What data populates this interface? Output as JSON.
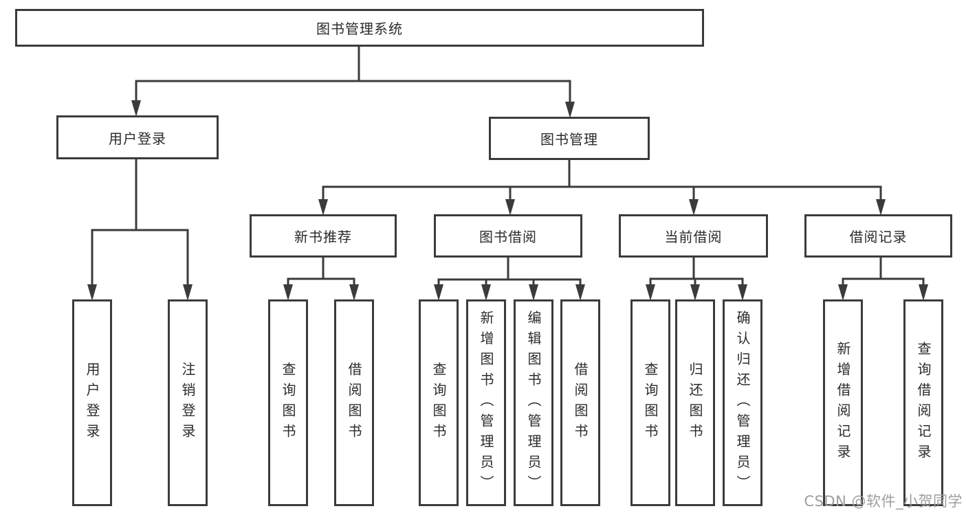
{
  "diagram": {
    "root_label": "图书管理系统",
    "branches": [
      {
        "label": "用户登录",
        "leaves": [
          "用户登录",
          "注销登录"
        ]
      },
      {
        "label": "图书管理",
        "sections": [
          {
            "label": "新书推荐",
            "leaves": [
              "查询图书",
              "借阅图书"
            ]
          },
          {
            "label": "图书借阅",
            "leaves": [
              "查询图书",
              "新增图书（管理员）",
              "编辑图书（管理员）",
              "借阅图书"
            ]
          },
          {
            "label": "当前借阅",
            "leaves": [
              "查询图书",
              "归还图书",
              "确认归还（管理员）"
            ]
          },
          {
            "label": "借阅记录",
            "leaves": [
              "新增借阅记录",
              "查询借阅记录"
            ]
          }
        ]
      }
    ]
  },
  "watermark": "CSDN @软件_小贺同学",
  "colors": {
    "line": "#3b3b3b",
    "text": "#2b2b2b",
    "watermark": "#9e9e9e",
    "background": "#ffffff"
  }
}
